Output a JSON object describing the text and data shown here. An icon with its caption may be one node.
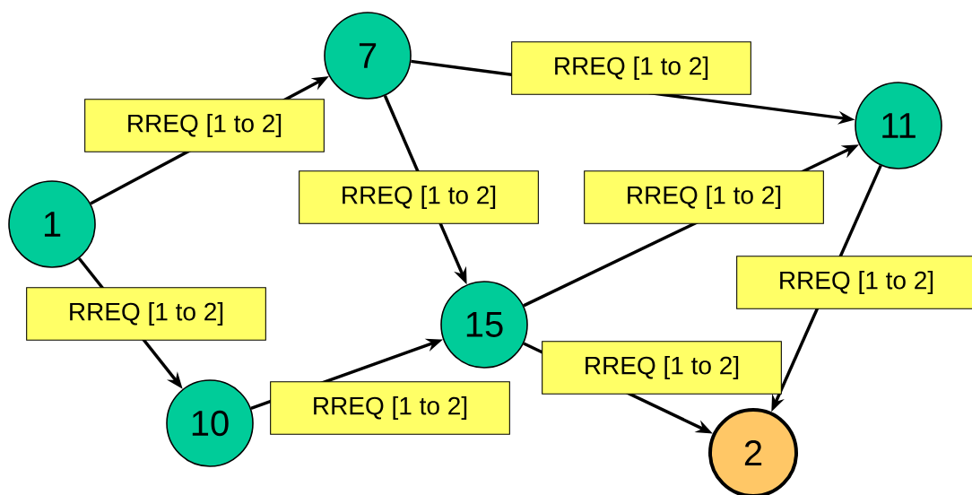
{
  "diagram": {
    "nodes": [
      {
        "text": [
          "1"
        ]
      },
      {
        "text": [
          "7"
        ]
      },
      {
        "text": [
          "11"
        ]
      },
      {
        "text": [
          "10"
        ]
      },
      {
        "text": [
          "15"
        ]
      },
      {
        "text": [
          "2"
        ]
      }
    ],
    "edges": [
      {
        "from": 0,
        "to": 1,
        "arrow": "to",
        "label": "RREQ [1 to 2]"
      },
      {
        "from": 1,
        "to": 2,
        "arrow": "to",
        "label": "RREQ [1 to 2]"
      },
      {
        "from": 1,
        "to": 4,
        "arrow": "to",
        "label": "RREQ [1 to 2]"
      },
      {
        "from": 4,
        "to": 2,
        "arrow": "to",
        "label": "RREQ [1 to 2]"
      },
      {
        "from": 2,
        "to": 5,
        "arrow": "to",
        "label": "RREQ [1 to 2]"
      },
      {
        "from": 0,
        "to": 3,
        "arrow": "to",
        "label": "RREQ [1 to 2]"
      },
      {
        "from": 3,
        "to": 4,
        "arrow": "to",
        "label": "RREQ [1 to 2]"
      },
      {
        "from": 4,
        "to": 5,
        "arrow": "to",
        "label": "RREQ [1 to 2]"
      }
    ]
  }
}
